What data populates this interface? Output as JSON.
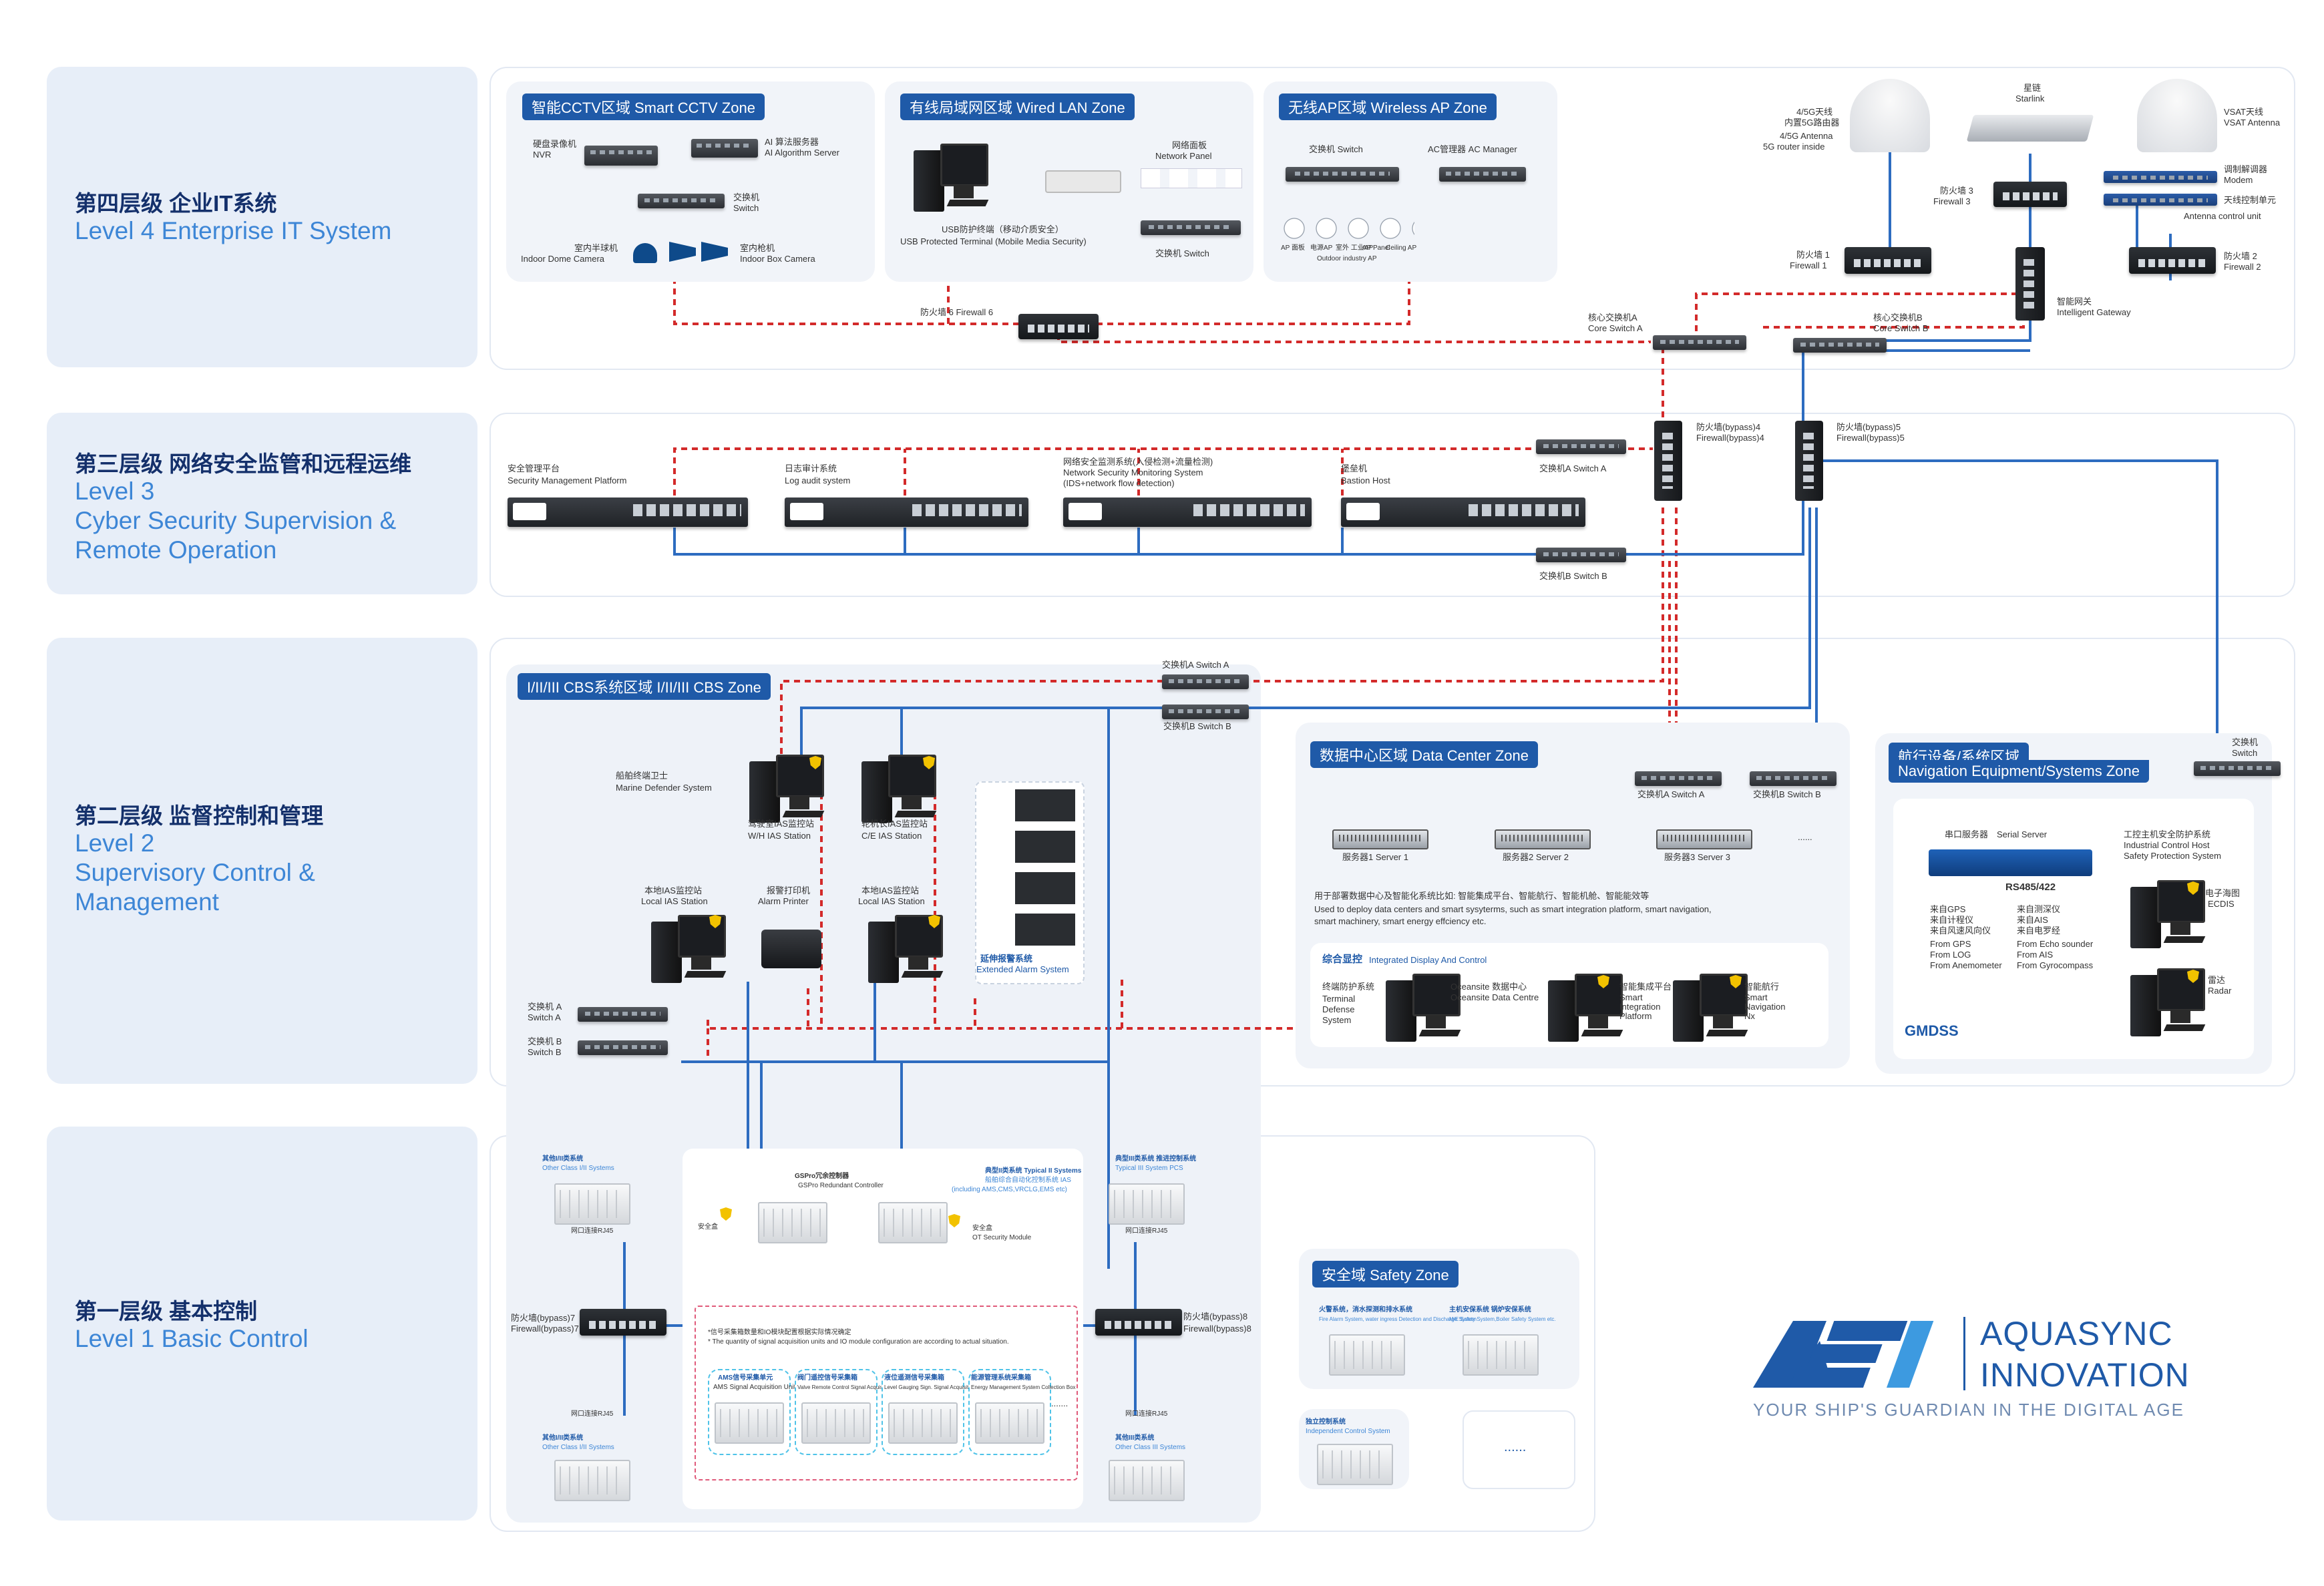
{
  "levels": {
    "l4": {
      "zh": "第四层级 企业IT系统",
      "en": "Level 4 Enterprise IT System"
    },
    "l3": {
      "zh": "第三层级 网络安全监管和远程运维",
      "en1": "Level 3",
      "en2": "Cyber Security Supervision &",
      "en3": "Remote Operation"
    },
    "l2": {
      "zh": "第二层级 监督控制和管理",
      "en1": "Level 2",
      "en2": "Supervisory Control &",
      "en3": "Management"
    },
    "l1": {
      "zh": "第一层级 基本控制",
      "en": "Level 1 Basic Control"
    }
  },
  "l4": {
    "cctv": {
      "title": "智能CCTV区域 Smart CCTV Zone",
      "nvr_zh": "硬盘录像机",
      "nvr_en": "NVR",
      "ai_zh": "AI 算法服务器",
      "ai_en": "AI Algorithm Server",
      "sw_zh": "交换机",
      "sw_en": "Switch",
      "dome_zh": "室内半球机",
      "dome_en": "Indoor Dome Camera",
      "box_zh": "室内枪机",
      "box_en": "Indoor Box Camera"
    },
    "lan": {
      "title": "有线局域网区域  Wired LAN Zone",
      "panel_zh": "网络面板",
      "panel_en": "Network Panel",
      "usb1": "USB防护终端（移动介质安全）",
      "usb2": "USB Protected Terminal (Mobile Media Security)",
      "sw": "交换机 Switch"
    },
    "wap": {
      "title": "无线AP区域  Wireless AP Zone",
      "sw": "交换机 Switch",
      "ac": "AC管理器  AC Manager",
      "ap1": "AP 面板",
      "ap2": "电源AP",
      "ap3": "室外 工业AP",
      "ap4": "AP Panel",
      "ap5": "Ceiling AP",
      "ap6": "Outdoor industry AP"
    },
    "fw6": "防火墙 6 Firewall 6",
    "ant_zh": "4/5G天线",
    "ant_zh2": "内置5G路由器",
    "ant_en": "4/5G Antenna",
    "ant_en2": "5G router inside",
    "starlink_zh": "星链",
    "starlink_en": "Starlink",
    "vsat_zh": "VSAT天线",
    "vsat_en": "VSAT Antenna",
    "fw3_zh": "防火墙 3",
    "fw3_en": "Firewall 3",
    "modem_zh": "调制解调器",
    "modem_en": "Modem",
    "acu_zh": "天线控制单元",
    "acu_en": "Antenna control unit",
    "fw1_zh": "防火墙 1",
    "fw1_en": "Firewall 1",
    "fw2_zh": "防火墙 2",
    "fw2_en": "Firewall 2",
    "gw_zh": "智能网关",
    "gw_en": "Intelligent Gateway",
    "csa_zh": "核心交换机A",
    "csa_en": "Core Switch A",
    "csb_zh": "核心交换机B",
    "csb_en": "Core Switch B"
  },
  "l3": {
    "smp_zh": "安全管理平台",
    "smp_en": "Security Management Platform",
    "log_zh": "日志审计系统",
    "log_en": "Log audit system",
    "nsm_zh": "网络安全监测系统(入侵检测+流量检测)",
    "nsm_en1": "Network Security Monitoring System",
    "nsm_en2": "(IDS+network flow detection)",
    "bh_zh": "堡垒机",
    "bh_en": "Bastion Host",
    "swa": "交换机A Switch A",
    "swb": "交换机B Switch B",
    "fw4_zh": "防火墙(bypass)4",
    "fw4_en": "Firewall(bypass)4",
    "fw5_zh": "防火墙(bypass)5",
    "fw5_en": "Firewall(bypass)5"
  },
  "l2": {
    "cbs_title": "I/II/III CBS系统区域  I/II/III CBS Zone",
    "swa": "交换机A Switch A",
    "swb": "交换机B Switch B",
    "mds_zh": "船舶终端卫士",
    "mds_en": "Marine Defender System",
    "wh_zh": "驾驶室IAS监控站",
    "wh_en": "W/H IAS Station",
    "ce_zh": "轮机长IAS监控站",
    "ce_en": "C/E IAS Station",
    "las_zh": "本地IAS监控站",
    "las_en": "Local IAS Station",
    "ap_zh": "报警打印机",
    "ap_en": "Alarm Printer",
    "las2_zh": "本地IAS监控站",
    "las2_en": "Local IAS Station",
    "eas_zh": "延伸报警系统",
    "eas_en": "Extended Alarm System",
    "sa_zh": "交换机 A",
    "sa_en": "Switch A",
    "sb_zh": "交换机 B",
    "sb_en": "Switch B",
    "dc_title": "数据中心区域 Data Center Zone",
    "dc_swa": "交换机A Switch A",
    "dc_swb": "交换机B Switch B",
    "srv1": "服务器1  Server 1",
    "srv2": "服务器2  Server 2",
    "srv3": "服务器3  Server 3",
    "srv_more": "......",
    "dc_desc1": "用于部署数据中心及智能化系统比如: 智能集成平台、智能航行、智能机舱、智能能效等",
    "dc_desc2": "Used to deploy data centers and smart sysyterms, such as smart integration platform, smart navigation,",
    "dc_desc3": "smart machinery, smart energy effciency etc.",
    "idc_zh": "综合显控",
    "idc_en": "Integrated Display And Control",
    "tds_zh": "终端防护系统",
    "tds_en1": "Terminal",
    "tds_en2": "Defense",
    "tds_en3": "System",
    "odc_zh": "Oceansite 数据中心",
    "odc_en": "Oceansite Data Centre",
    "sip_zh": "智能集成平台",
    "sip_en1": "Smart",
    "sip_en2": "Integration",
    "sip_en3": "Platform",
    "snx_zh": "智能航行",
    "snx_en1": "Smart",
    "snx_en2": "Navigation",
    "snx_en3": "Nx",
    "nav_title1": "航行设备/系统区域",
    "nav_title2": "Navigation Equipment/Systems Zone",
    "nav_sw_zh": "交换机",
    "nav_sw_en": "Switch",
    "ss_zh": "串口服务器",
    "ss_en": "Serial Server",
    "rs": "RS485/422",
    "ser_left": [
      "来自GPS",
      "来自计程仪",
      "来自风速风向仪",
      "From GPS",
      "From LOG",
      "From Anemometer"
    ],
    "ser_right": [
      "来自测深仪",
      "来自AIS",
      "来自电罗经",
      "From Echo sounder",
      "From AIS",
      "From Gyrocompass"
    ],
    "icp_zh": "工控主机安全防护系统",
    "icp_en1": "Industrial Control Host",
    "icp_en2": "Safety Protection System",
    "ecdis_zh": "电子海图",
    "ecdis_en": "ECDIS",
    "radar_zh": "雷达",
    "radar_en": "Radar",
    "gmdss": "GMDSS"
  },
  "l1": {
    "oc1_zh": "其他I/II类系统",
    "oc1_en": "Other Class I/II Systems",
    "port1": "网口连接RJ45",
    "fw7_zh": "防火墙(bypass)7",
    "fw7_en": "Firewall(bypass)7",
    "oc2_zh": "其他I/II类系统",
    "oc2_en": "Other Class I/II Systems",
    "port2": "网口连接RJ45",
    "gsp_zh": "GSPro冗余控制器",
    "gsp_en": "GSPro Redundant Controller",
    "sec_zh": "安全盒",
    "sec2_zh": "安全盒",
    "otm_en": "OT Security Module",
    "t2_1": "典型II类系统 Typical II Systems",
    "t2_2": "船舶综合自动化控制系统 IAS",
    "t2_3": "(including AMS,CMS,VRCLG,EMS etc)",
    "note1": "*信号采集箱数量和IO模块配置根据实际情况确定",
    "note2": "* The quantity of signal acquisition units and IO module configuration are according to actual situation.",
    "box1_zh": "AMS信号采集单元",
    "box1_en": "AMS Signal Acquisition Unit",
    "box2_zh": "阀门遥控信号采集箱",
    "box2_en": "Valve Remote Control Signal Acquisition Box",
    "box3_zh": "液位遥测信号采集箱",
    "box3_en": "Level Gauging Sign. Signal Acquisition Box",
    "box4_zh": "能源管理系统采集箱",
    "box4_en": "Energy Management System Collection Box",
    "box_more": ".......",
    "t3_zh": "典型III类系统 推进控制系统",
    "t3_en": "Typical III System PCS",
    "port3": "网口连接RJ45",
    "fw8_zh": "防火墙(bypass)8",
    "fw8_en": "Firewall(bypass)8",
    "oc3_zh": "其他III类系统",
    "oc3_en": "Other Class III Systems",
    "port4": "网口连接RJ45",
    "safety_title": "安全域 Safety Zone",
    "fire_zh": "火警系统，消水探测和排水系统",
    "fire_en": "Fire Alarm System, water ingress Detection and Discharge System",
    "me_zh": "主机安保系统 锅炉安保系统",
    "me_en": "M/E Safety System,Boiler Safety System etc.",
    "ind_zh": "独立控制系统",
    "ind_en": "Independent Control System",
    "more": "......"
  },
  "brand": {
    "name1": "AQUASYNC",
    "name2": "INNOVATION",
    "tagline": "YOUR SHIP'S GUARDIAN IN THE DIGITAL AGE"
  },
  "colors": {
    "red_link": "#d32a2a",
    "blue_link": "#2d6cc0",
    "brand_blue": "#1f5aa8"
  }
}
